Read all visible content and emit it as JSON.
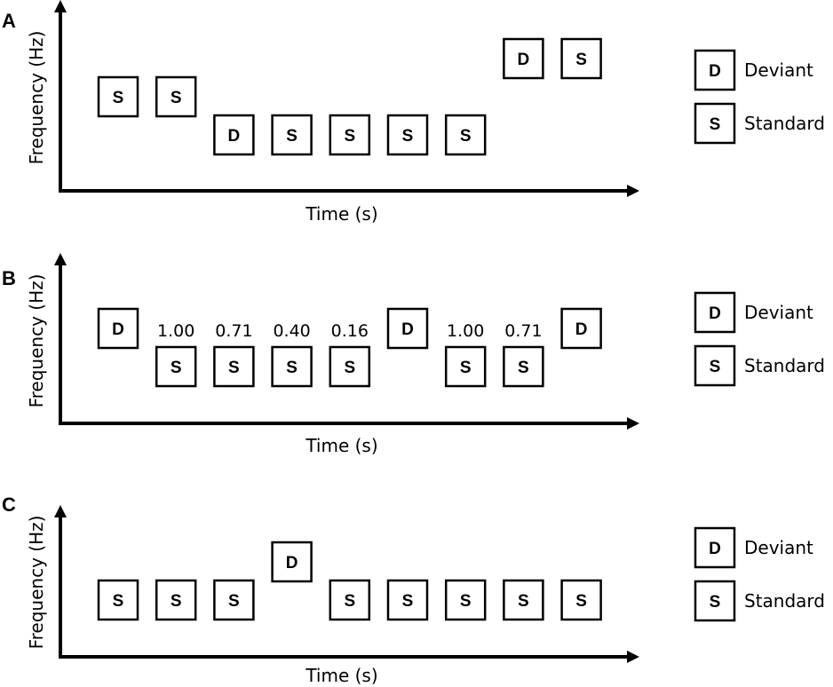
{
  "figure": {
    "panels": [
      {
        "label": "A",
        "y_axis_label": "Frequency (Hz)",
        "x_axis_label": "Time (s)",
        "stimuli": [
          {
            "type": "standard",
            "symbol": "S",
            "level": 2
          },
          {
            "type": "standard",
            "symbol": "S",
            "level": 2
          },
          {
            "type": "deviant",
            "symbol": "D",
            "level": 1
          },
          {
            "type": "standard",
            "symbol": "S",
            "level": 1
          },
          {
            "type": "standard",
            "symbol": "S",
            "level": 1
          },
          {
            "type": "standard",
            "symbol": "S",
            "level": 1
          },
          {
            "type": "standard",
            "symbol": "S",
            "level": 1
          },
          {
            "type": "deviant",
            "symbol": "D",
            "level": 3
          },
          {
            "type": "standard",
            "symbol": "S",
            "level": 3
          }
        ],
        "legend": [
          {
            "symbol": "D",
            "label": "Deviant"
          },
          {
            "symbol": "S",
            "label": "Standard"
          }
        ]
      },
      {
        "label": "B",
        "y_axis_label": "Frequency (Hz)",
        "x_axis_label": "Time (s)",
        "stimuli": [
          {
            "type": "deviant",
            "symbol": "D",
            "level": 2
          },
          {
            "type": "standard",
            "symbol": "S",
            "level": 1,
            "value": "1.00"
          },
          {
            "type": "standard",
            "symbol": "S",
            "level": 1,
            "value": "0.71"
          },
          {
            "type": "standard",
            "symbol": "S",
            "level": 1,
            "value": "0.40"
          },
          {
            "type": "standard",
            "symbol": "S",
            "level": 1,
            "value": "0.16"
          },
          {
            "type": "deviant",
            "symbol": "D",
            "level": 2
          },
          {
            "type": "standard",
            "symbol": "S",
            "level": 1,
            "value": "1.00"
          },
          {
            "type": "standard",
            "symbol": "S",
            "level": 1,
            "value": "0.71"
          },
          {
            "type": "deviant",
            "symbol": "D",
            "level": 2
          }
        ],
        "legend": [
          {
            "symbol": "D",
            "label": "Deviant"
          },
          {
            "symbol": "S",
            "label": "Standard"
          }
        ]
      },
      {
        "label": "C",
        "y_axis_label": "Frequency (Hz)",
        "x_axis_label": "Time (s)",
        "stimuli": [
          {
            "type": "standard",
            "symbol": "S",
            "level": 1
          },
          {
            "type": "standard",
            "symbol": "S",
            "level": 1
          },
          {
            "type": "standard",
            "symbol": "S",
            "level": 1
          },
          {
            "type": "deviant",
            "symbol": "D",
            "level": 2
          },
          {
            "type": "standard",
            "symbol": "S",
            "level": 1
          },
          {
            "type": "standard",
            "symbol": "S",
            "level": 1
          },
          {
            "type": "standard",
            "symbol": "S",
            "level": 1
          },
          {
            "type": "standard",
            "symbol": "S",
            "level": 1
          },
          {
            "type": "standard",
            "symbol": "S",
            "level": 1
          }
        ],
        "legend": [
          {
            "symbol": "D",
            "label": "Deviant"
          },
          {
            "symbol": "S",
            "label": "Standard"
          }
        ]
      }
    ]
  }
}
